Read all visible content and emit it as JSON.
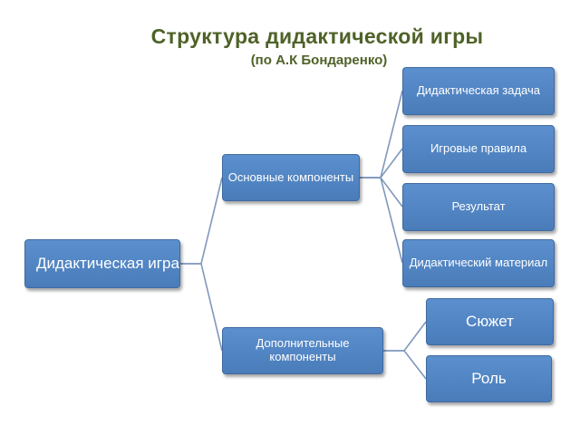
{
  "title": "Структура дидактической игры",
  "subtitle": "(по А.К Бондаренко)",
  "nodes": {
    "root": "Дидактическая игра",
    "main": "Основные компоненты",
    "extra": "Дополнительные компоненты",
    "task": "Дидактическая задача",
    "rules": "Игровые правила",
    "result": "Результат",
    "material": "Дидактический материал",
    "plot": "Сюжет",
    "role": "Роль"
  },
  "colors": {
    "title": "#4f6228",
    "node_fill": "#4f81bd",
    "node_border": "#3f6aa0",
    "node_text": "#ffffff",
    "connector": "#7f97bd"
  },
  "hierarchy": [
    {
      "from": "root",
      "to": "main"
    },
    {
      "from": "root",
      "to": "extra"
    },
    {
      "from": "main",
      "to": "task"
    },
    {
      "from": "main",
      "to": "rules"
    },
    {
      "from": "main",
      "to": "result"
    },
    {
      "from": "main",
      "to": "material"
    },
    {
      "from": "extra",
      "to": "plot"
    },
    {
      "from": "extra",
      "to": "role"
    }
  ]
}
